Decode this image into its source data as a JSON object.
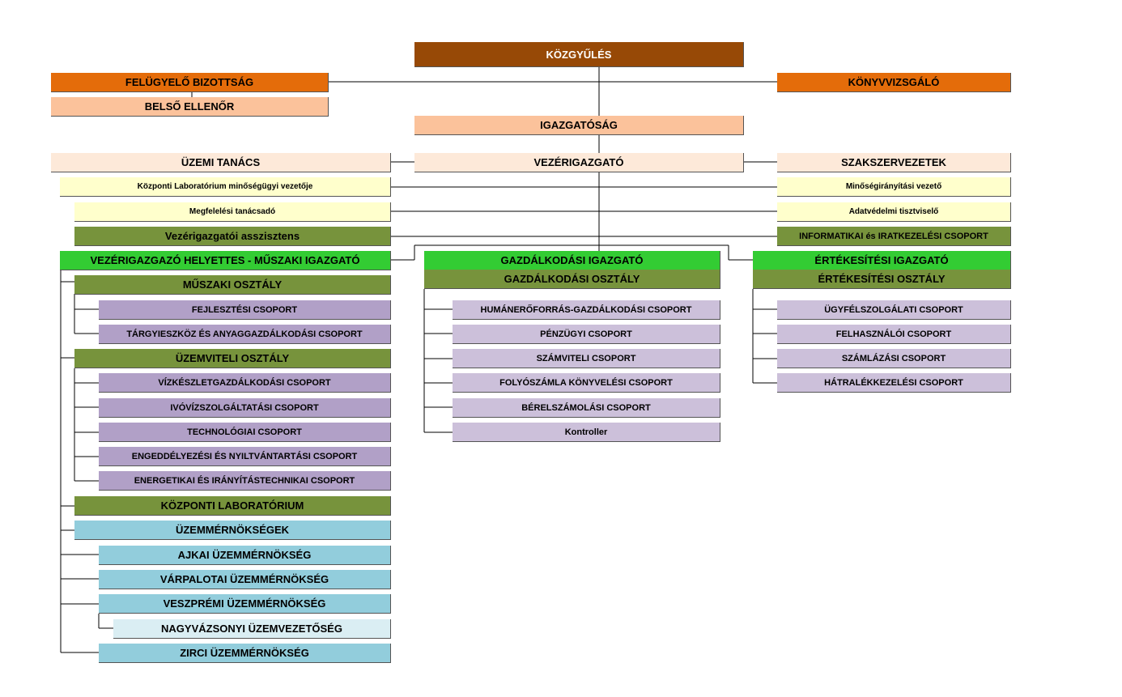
{
  "top": {
    "kozgyules": "KÖZGYŰLÉS",
    "felugyelo": "FELÜGYELŐ BIZOTTSÁG",
    "belso": "BELSŐ ELLENŐR",
    "konyvvizsgalo": "KÖNYVVIZSGÁLÓ",
    "igazgatosag": "IGAZGATÓSÁG",
    "uzemi_tanacs": "ÜZEMI TANÁCS",
    "vezerigazgato": "VEZÉRIGAZGATÓ",
    "szakszervezetek": "SZAKSZERVEZETEK"
  },
  "staff": {
    "left": {
      "minoseg": "Központi Laboratórium minőségügyi vezetője",
      "megfeleles": "Megfelelési tanácsadó",
      "asszisztens": "Vezérigazgatói asszisztens"
    },
    "right": {
      "minosegirany": "Minőségirányítási vezető",
      "adatvedelem": "Adatvédelmi tisztviselő",
      "informatikai": "INFORMATIKAI és IRATKEZELÉSI CSOPORT"
    }
  },
  "muszaki": {
    "director": "VEZÉRIGAZGAZÓ HELYETTES - MŰSZAKI IGAZGATÓ",
    "muszaki_osztaly": "MŰSZAKI OSZTÁLY",
    "muszaki_groups": [
      "FEJLESZTÉSI CSOPORT",
      "TÁRGYIESZKÖZ ÉS ANYAGGAZDÁLKODÁSI CSOPORT"
    ],
    "uzemviteli_osztaly": "ÜZEMVITELI OSZTÁLY",
    "uzemviteli_groups": [
      "VÍZKÉSZLETGAZDÁLKODÁSI CSOPORT",
      "IVÓVÍZSZOLGÁLTATÁSI CSOPORT",
      "TECHNOLÓGIAI CSOPORT",
      "ENGEDDÉLYEZÉSI ÉS NYILTVÁNTARTÁSI CSOPORT",
      "ENERGETIKAI ÉS IRÁNYÍTÁSTECHNIKAI CSOPORT"
    ],
    "labor": "KÖZPONTI LABORATÓRIUM",
    "uzemmernoksegek": "ÜZEMMÉRNÖKSÉGEK",
    "ajkai": "AJKAI ÜZEMMÉRNÖKSÉG",
    "varpalotai": "VÁRPALOTAI ÜZEMMÉRNÖKSÉG",
    "veszpremi": "VESZPRÉMI ÜZEMMÉRNÖKSÉG",
    "nagyvazsonyi": "NAGYVÁZSONYI ÜZEMVEZETŐSÉG",
    "zirci": "ZIRCI ÜZEMMÉRNÖKSÉG"
  },
  "gazdalkodasi": {
    "director": "GAZDÁLKODÁSI IGAZGATÓ",
    "osztaly": "GAZDÁLKODÁSI OSZTÁLY",
    "groups": [
      "HUMÁNERŐFORRÁS-GAZDÁLKODÁSI CSOPORT",
      "PÉNZÜGYI CSOPORT",
      "SZÁMVITELI CSOPORT",
      "FOLYÓSZÁMLA KÖNYVELÉSI CSOPORT",
      "BÉRELSZÁMOLÁSI CSOPORT",
      "Kontroller"
    ]
  },
  "ertekesitesi": {
    "director": "ÉRTÉKESÍTÉSI IGAZGATÓ",
    "osztaly": "ÉRTÉKESÍTÉSI OSZTÁLY",
    "groups": [
      "ÜGYFÉLSZOLGÁLATI CSOPORT",
      "FELHASZNÁLÓI CSOPORT",
      "SZÁMLÁZÁSI CSOPORT",
      "HÁTRALÉKKEZELÉSI CSOPORT"
    ]
  },
  "colors": {
    "kozgyules": "#974906",
    "orange": "#e46c0a",
    "peach": "#fbc29b",
    "pale": "#fde9d9",
    "cream": "#ffffcc",
    "olive": "#77933c",
    "green": "#33cc33",
    "purple": "#b1a0c7",
    "lilac": "#ccc0da",
    "teal": "#92cddc",
    "lightblue": "#daeef3"
  }
}
